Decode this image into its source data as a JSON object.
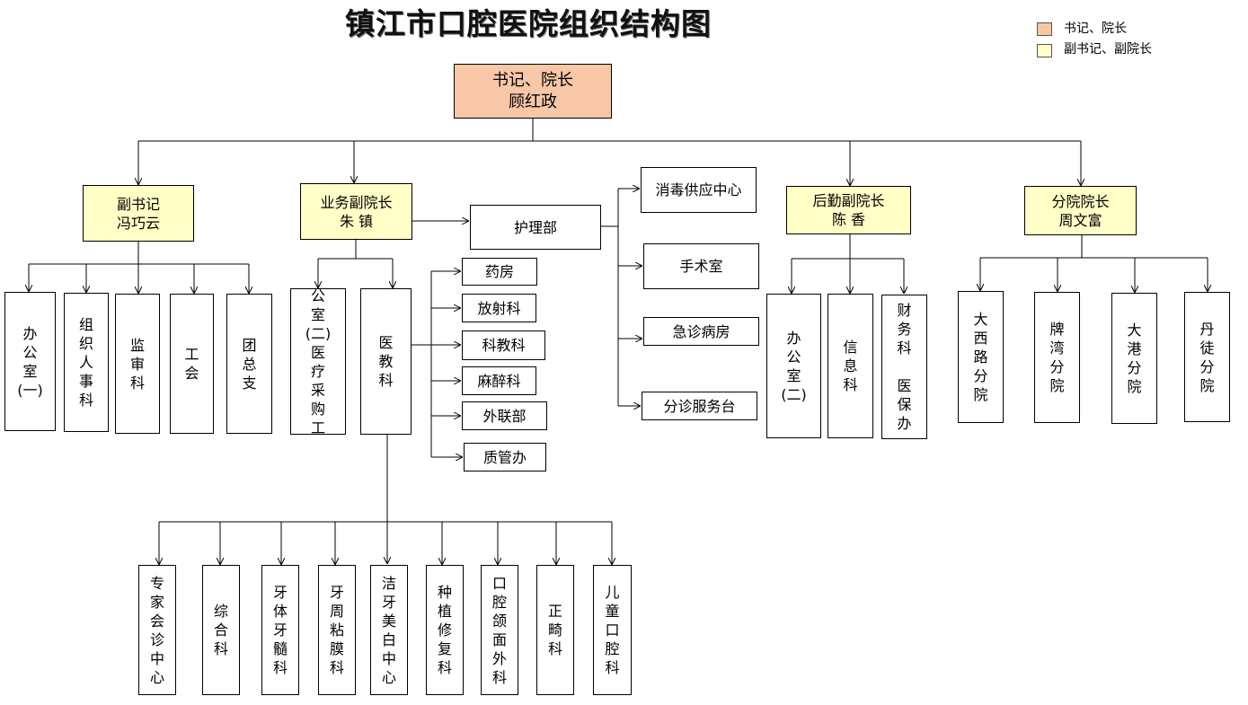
{
  "title": "镇江市口腔医院组织结构图",
  "legend": {
    "items": [
      {
        "label": "书记、院长",
        "color": "#f8c7a8"
      },
      {
        "label": "副书记、副院长",
        "color": "#ffffc6"
      }
    ]
  },
  "colors": {
    "top": "#f8c7a8",
    "deputy": "#ffffc6",
    "line": "#000000"
  },
  "nodes": {
    "top": "书记、院长\n顾红政",
    "dep1": "副书记\n冯巧云",
    "dep2": "业务副院长\n朱  镇",
    "dep3": "后勤副院长\n陈  香",
    "dep4": "分院院长\n周文富",
    "nursing": "护理部",
    "n1": "消毒供应中心",
    "n2": "手术室",
    "n3": "急诊病房",
    "n4": "分诊服务台",
    "d1a": "办公室\n(一)",
    "d1b": "组织人事科",
    "d1c": "监审科",
    "d1d": "工会",
    "d1e": "团总支",
    "d2a": "办公室\n(二)\n医疗\n采购\n工作",
    "d2b": "医教科",
    "e1": "药房",
    "e2": "放射科",
    "e3": "科教科",
    "e4": "麻醉科",
    "e5": "外联部",
    "e6": "质管办",
    "c1": "专家会诊中心",
    "c2": "综合科",
    "c3": "牙体牙髓科",
    "c4": "牙周粘膜科",
    "c5": "洁牙美白中心",
    "c6": "种植修复科",
    "c7": "口腔颌面外科",
    "c8": "正畸科",
    "c9": "儿童口腔科",
    "d3a": "办公室\n(二)",
    "d3b": "信息科",
    "d3c": "财务科\n\n医保办",
    "b1": "大西路分院",
    "b2": "牌湾分院",
    "b3": "大港分院",
    "b4": "丹徒分院"
  }
}
